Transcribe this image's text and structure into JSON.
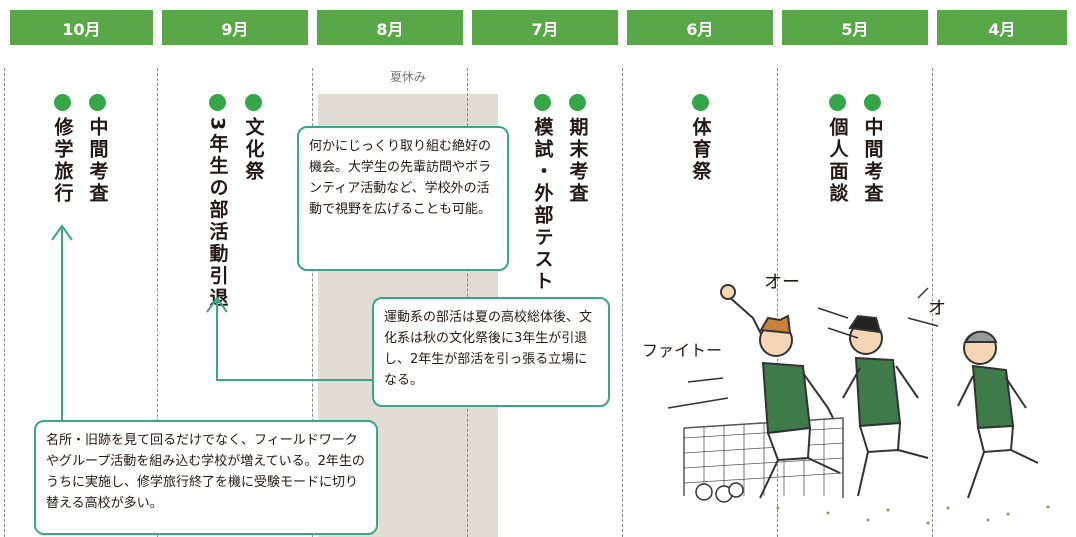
{
  "months": [
    "10月",
    "9月",
    "8月",
    "7月",
    "6月",
    "5月",
    "4月"
  ],
  "summer_label": "夏休み",
  "events": {
    "oct_1": "中間考査",
    "oct_2": "修学旅行",
    "sep_1": "文化祭",
    "sep_2": "3年生の部活動引退",
    "jul_1": "期末考査",
    "jul_2": "模試・外部テスト",
    "jun_1": "体育祭",
    "may_1": "中間考査",
    "may_2": "個人面談"
  },
  "notes": {
    "summer": "何かにじっくり取り組む絶好の機会。大学生の先輩訪問やボランティア活動など、学校外の活動で視野を広げることも可能。",
    "club": "運動系の部活は夏の高校総体後、文化系は秋の文化祭後に3年生が引退し、2年生が部活を引っ張る立場になる。",
    "trip": "名所・旧跡を見て回るだけでなく、フィールドワークやグループ活動を組み込む学校が増えている。2年生のうちに実施し、修学旅行終了を機に受験モードに切り替える高校が多い。"
  },
  "illustration": {
    "shout_fight": "ファイトー",
    "shout_o1": "オー",
    "shout_o2": "オ"
  },
  "colors": {
    "header": "#5aa74a",
    "dot": "#35a54a",
    "note_border": "#3ba58a",
    "summer": "#e2ddd4"
  }
}
